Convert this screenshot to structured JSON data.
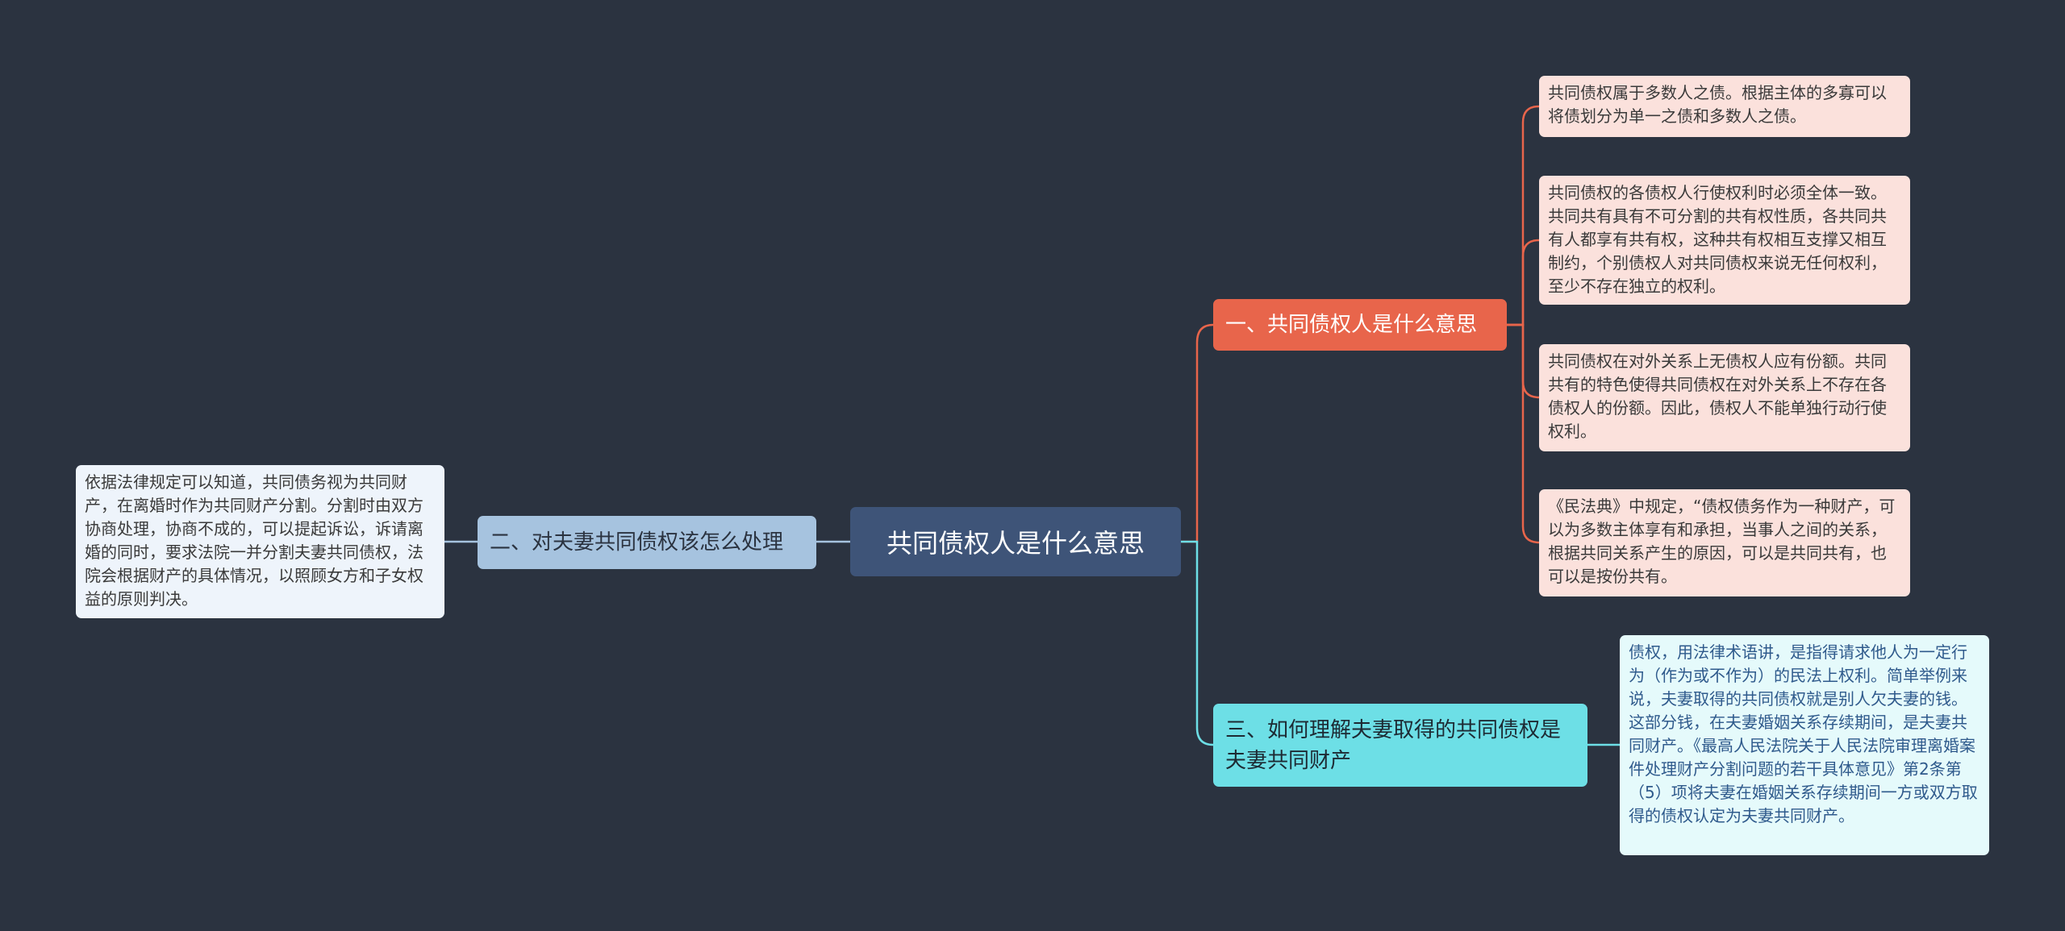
{
  "mindmap": {
    "center": {
      "label": "共同债权人是什么意思"
    },
    "branches": [
      {
        "id": "b1",
        "label": "一、共同债权人是什么意思",
        "color": "#e8654b",
        "leaves": [
          "共同债权属于多数人之债。根据主体的多寡可以将债划分为单一之债和多数人之债。",
          "共同债权的各债权人行使权利时必须全体一致。共同共有具有不可分割的共有权性质，各共同共有人都享有共有权，这种共有权相互支撑又相互制约，个别债权人对共同债权来说无任何权利，至少不存在独立的权利。",
          "共同债权在对外关系上无债权人应有份额。共同共有的特色使得共同债权在对外关系上不存在各债权人的份额。因此，债权人不能单独行动行使权利。",
          "《民法典》中规定，“债权债务作为一种财产，可以为多数主体享有和承担，当事人之间的关系，根据共同关系产生的原因，可以是共同共有，也可以是按份共有。"
        ]
      },
      {
        "id": "b2",
        "label": "二、对夫妻共同债权该怎么处理",
        "color": "#a6c3df",
        "leaves": [
          "依据法律规定可以知道，共同债务视为共同财产，在离婚时作为共同财产分割。分割时由双方协商处理，协商不成的，可以提起诉讼，诉请离婚的同时，要求法院一并分割夫妻共同债权，法院会根据财产的具体情况，以照顾女方和子女权益的原则判决。"
        ]
      },
      {
        "id": "b3",
        "label": "三、如何理解夫妻取得的共同债权是夫妻共同财产",
        "color": "#6ddfe6",
        "leaves": [
          "债权，用法律术语讲，是指得请求他人为一定行为（作为或不作为）的民法上权利。简单举例来说，夫妻取得的共同债权就是别人欠夫妻的钱。这部分钱，在夫妻婚姻关系存续期间，是夫妻共同财产。《最高人民法院关于人民法院审理离婚案件处理财产分割问题的若干具体意见》第2条第（5）项将夫妻在婚姻关系存续期间一方或双方取得的债权认定为夫妻共同财产。"
        ]
      }
    ]
  }
}
